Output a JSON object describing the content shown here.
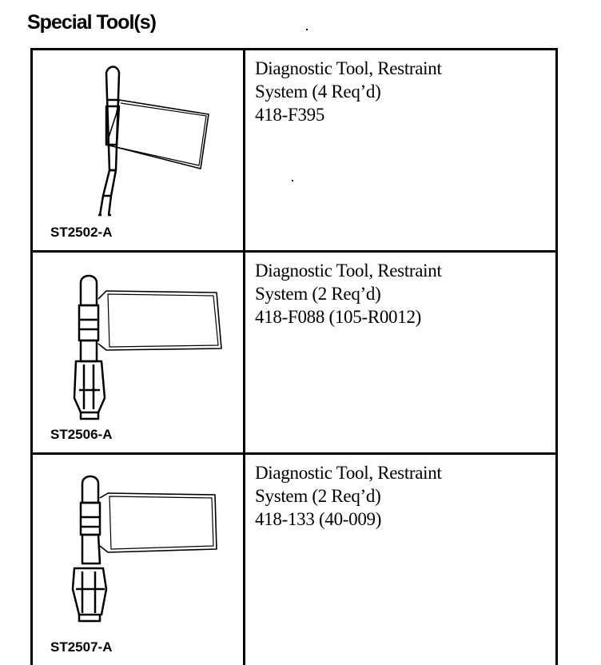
{
  "page": {
    "title": "Special Tool(s)"
  },
  "tools": [
    {
      "code": "ST2502-A",
      "name_line1": "Diagnostic Tool, Restraint",
      "name_line2": "System (4 Req’d)",
      "part_number": "418-F395"
    },
    {
      "code": "ST2506-A",
      "name_line1": "Diagnostic Tool, Restraint",
      "name_line2": "System (2 Req’d)",
      "part_number": "418-F088 (105-R0012)"
    },
    {
      "code": "ST2507-A",
      "name_line1": "Diagnostic Tool, Restraint",
      "name_line2": "System (2 Req’d)",
      "part_number": "418-133 (40-009)"
    }
  ]
}
